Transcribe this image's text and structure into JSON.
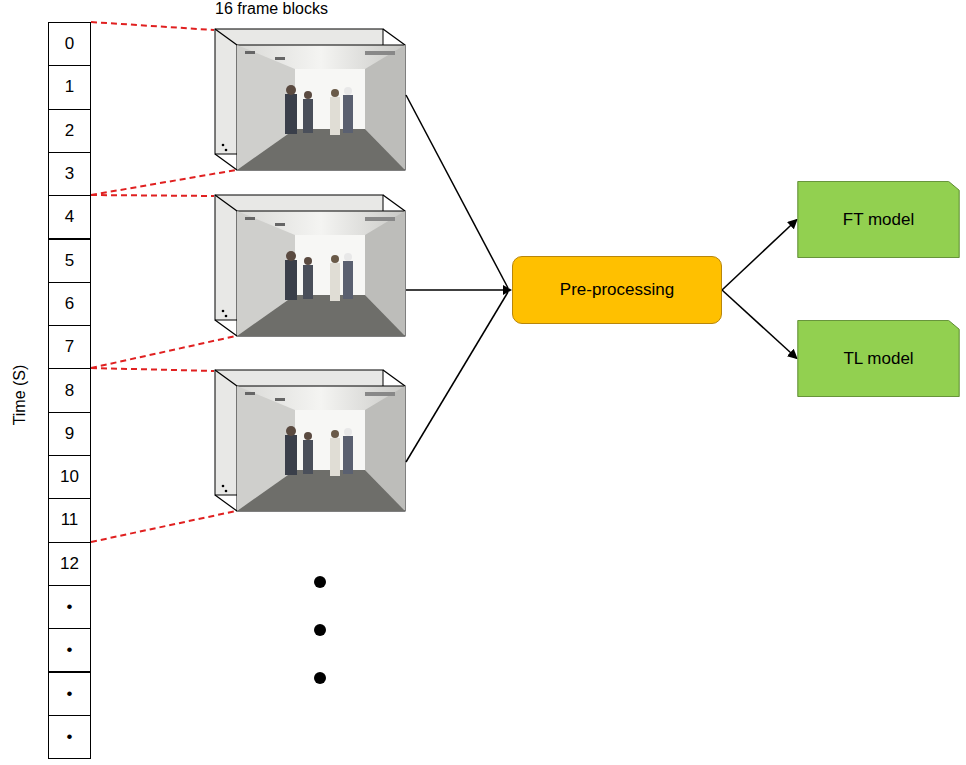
{
  "diagram": {
    "nodes": [
      {
        "text": [
          "0"
        ]
      },
      {
        "text": [
          "1"
        ]
      },
      {
        "text": [
          "2"
        ]
      },
      {
        "text": [
          "3"
        ]
      },
      {
        "text": [
          "4"
        ]
      },
      {
        "text": [
          "5"
        ]
      },
      {
        "text": [
          "6"
        ]
      },
      {
        "text": [
          "7"
        ]
      },
      {
        "text": [
          "8"
        ]
      },
      {
        "text": [
          "9"
        ]
      },
      {
        "text": [
          "10"
        ]
      },
      {
        "text": [
          "11"
        ]
      },
      {
        "text": [
          "12"
        ]
      },
      {
        "text": [
          "•"
        ]
      },
      {
        "text": [
          "•"
        ]
      },
      {
        "text": [
          "•"
        ]
      },
      {
        "text": [
          "•"
        ]
      },
      {
        "text": [
          "Pre-processing"
        ]
      },
      {
        "text": [
          "FT model"
        ]
      },
      {
        "text": [
          "TL model"
        ]
      }
    ],
    "edges": [
      {
        "from": 17,
        "to": 18,
        "arrow": "to"
      },
      {
        "from": 17,
        "to": 19,
        "arrow": "to"
      }
    ],
    "labels": [
      "16 frame blocks",
      "Time (S)"
    ]
  }
}
